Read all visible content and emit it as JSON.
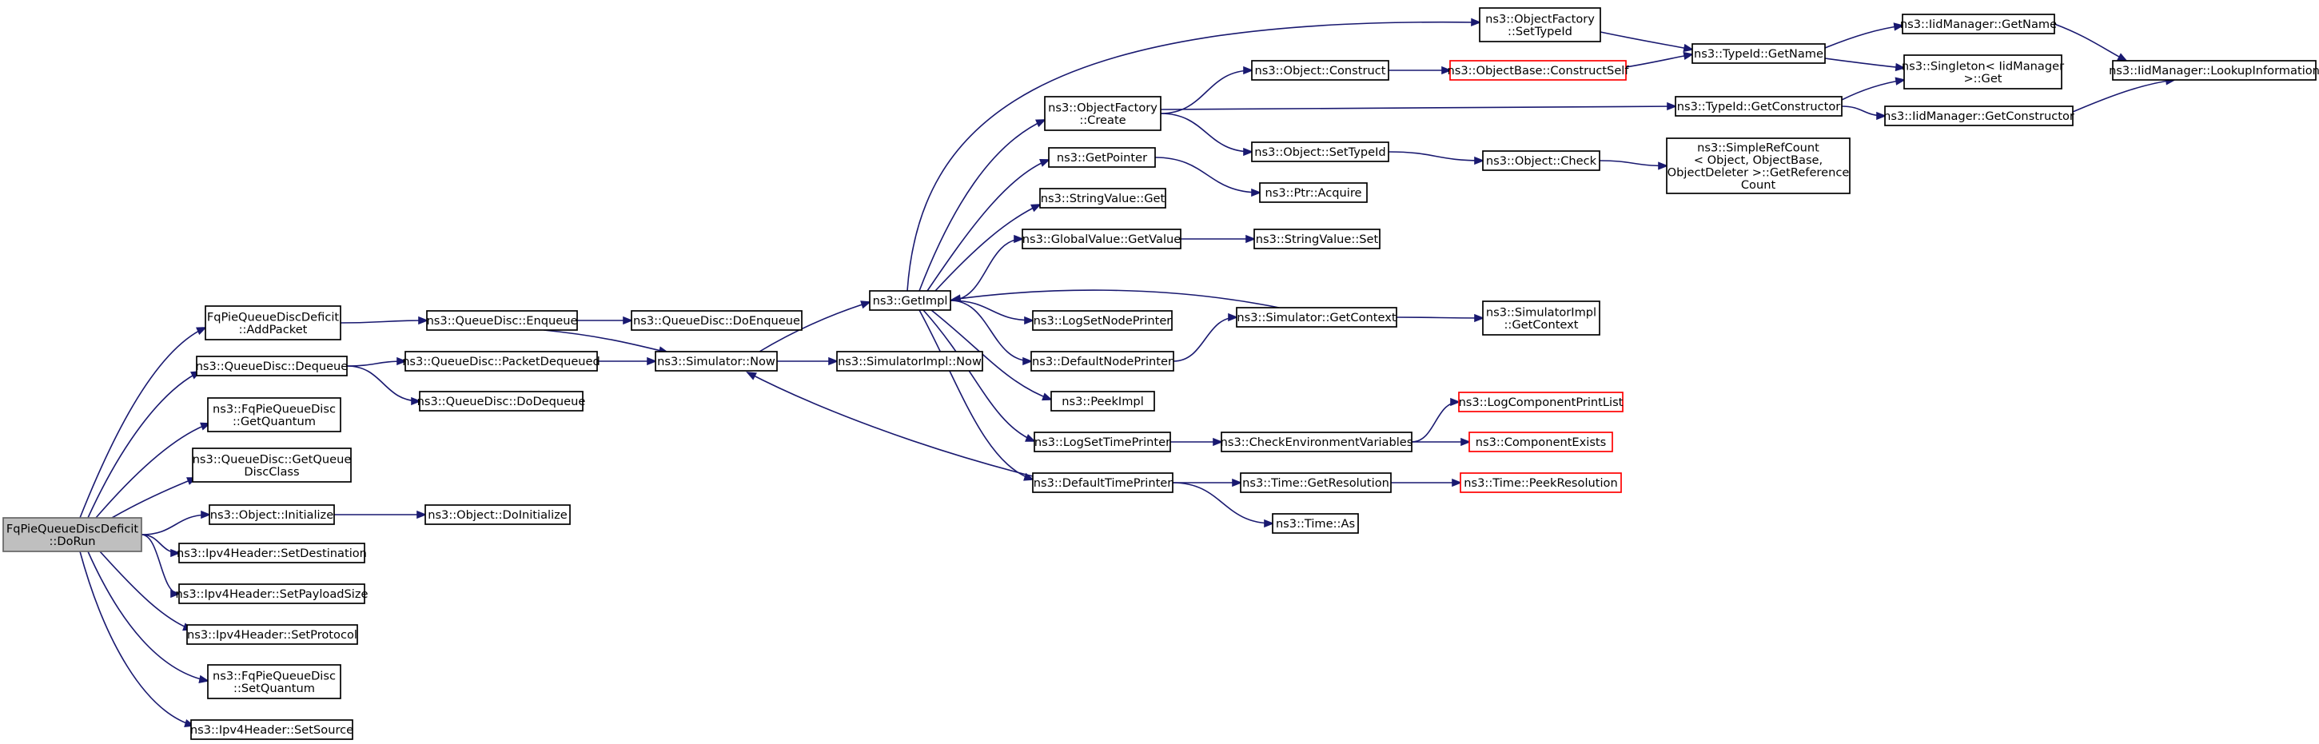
{
  "graph": {
    "colors": {
      "edge": "#191970",
      "node_border": "#000000",
      "node_fill": "#ffffff",
      "root_fill": "#bfbfbf",
      "root_border": "#666666",
      "truncated_border": "#ff0000"
    },
    "nodes": [
      {
        "id": "root",
        "lines": [
          "FqPieQueueDiscDeficit",
          "::DoRun"
        ],
        "style": "root"
      },
      {
        "id": "addpacket",
        "lines": [
          "FqPieQueueDiscDeficit",
          "::AddPacket"
        ],
        "style": "normal"
      },
      {
        "id": "qd_dequeue",
        "lines": [
          "ns3::QueueDisc::Dequeue"
        ],
        "style": "normal"
      },
      {
        "id": "fq_getquantum",
        "lines": [
          "ns3::FqPieQueueDisc",
          "::GetQuantum"
        ],
        "style": "normal"
      },
      {
        "id": "qd_getqueuedisc",
        "lines": [
          "ns3::QueueDisc::GetQueue",
          "DiscClass"
        ],
        "style": "normal"
      },
      {
        "id": "obj_initialize",
        "lines": [
          "ns3::Object::Initialize"
        ],
        "style": "normal"
      },
      {
        "id": "ipv4_setdest",
        "lines": [
          "ns3::Ipv4Header::SetDestination"
        ],
        "style": "normal"
      },
      {
        "id": "ipv4_setpayload",
        "lines": [
          "ns3::Ipv4Header::SetPayloadSize"
        ],
        "style": "normal"
      },
      {
        "id": "ipv4_setproto",
        "lines": [
          "ns3::Ipv4Header::SetProtocol"
        ],
        "style": "normal"
      },
      {
        "id": "fq_setquantum",
        "lines": [
          "ns3::FqPieQueueDisc",
          "::SetQuantum"
        ],
        "style": "normal"
      },
      {
        "id": "ipv4_setsource",
        "lines": [
          "ns3::Ipv4Header::SetSource"
        ],
        "style": "normal"
      },
      {
        "id": "qd_enqueue",
        "lines": [
          "ns3::QueueDisc::Enqueue"
        ],
        "style": "normal"
      },
      {
        "id": "qd_packetdequeued",
        "lines": [
          "ns3::QueueDisc::PacketDequeued"
        ],
        "style": "normal"
      },
      {
        "id": "qd_dodequeue",
        "lines": [
          "ns3::QueueDisc::DoDequeue"
        ],
        "style": "normal"
      },
      {
        "id": "obj_doinitialize",
        "lines": [
          "ns3::Object::DoInitialize"
        ],
        "style": "normal"
      },
      {
        "id": "qd_doenqueue",
        "lines": [
          "ns3::QueueDisc::DoEnqueue"
        ],
        "style": "normal"
      },
      {
        "id": "sim_now",
        "lines": [
          "ns3::Simulator::Now"
        ],
        "style": "normal"
      },
      {
        "id": "simimpl_now",
        "lines": [
          "ns3::SimulatorImpl::Now"
        ],
        "style": "normal"
      },
      {
        "id": "getimpl",
        "lines": [
          "ns3::GetImpl"
        ],
        "style": "normal"
      },
      {
        "id": "of_settypeid",
        "lines": [
          "ns3::ObjectFactory",
          "::SetTypeId"
        ],
        "style": "normal"
      },
      {
        "id": "of_create",
        "lines": [
          "ns3::ObjectFactory",
          "::Create"
        ],
        "style": "normal"
      },
      {
        "id": "getpointer",
        "lines": [
          "ns3::GetPointer"
        ],
        "style": "normal"
      },
      {
        "id": "stringvalue_get",
        "lines": [
          "ns3::StringValue::Get"
        ],
        "style": "normal"
      },
      {
        "id": "globalvalue_getvalue",
        "lines": [
          "ns3::GlobalValue::GetValue"
        ],
        "style": "normal"
      },
      {
        "id": "logsetnodeprinter",
        "lines": [
          "ns3::LogSetNodePrinter"
        ],
        "style": "normal"
      },
      {
        "id": "defaultnodeprinter",
        "lines": [
          "ns3::DefaultNodePrinter"
        ],
        "style": "normal"
      },
      {
        "id": "peekimpl",
        "lines": [
          "ns3::PeekImpl"
        ],
        "style": "normal"
      },
      {
        "id": "logsettimeprinter",
        "lines": [
          "ns3::LogSetTimePrinter"
        ],
        "style": "normal"
      },
      {
        "id": "defaulttimeprinter",
        "lines": [
          "ns3::DefaultTimePrinter"
        ],
        "style": "normal"
      },
      {
        "id": "obj_construct",
        "lines": [
          "ns3::Object::Construct"
        ],
        "style": "normal"
      },
      {
        "id": "obj_settypeid",
        "lines": [
          "ns3::Object::SetTypeId"
        ],
        "style": "normal"
      },
      {
        "id": "ptr_acquire",
        "lines": [
          "ns3::Ptr::Acquire"
        ],
        "style": "normal"
      },
      {
        "id": "stringvalue_set",
        "lines": [
          "ns3::StringValue::Set"
        ],
        "style": "normal"
      },
      {
        "id": "sim_getcontext",
        "lines": [
          "ns3::Simulator::GetContext"
        ],
        "style": "normal"
      },
      {
        "id": "checkenv",
        "lines": [
          "ns3::CheckEnvironmentVariables"
        ],
        "style": "normal"
      },
      {
        "id": "time_getresolution",
        "lines": [
          "ns3::Time::GetResolution"
        ],
        "style": "normal"
      },
      {
        "id": "time_as",
        "lines": [
          "ns3::Time::As"
        ],
        "style": "normal"
      },
      {
        "id": "objbase_constructself",
        "lines": [
          "ns3::ObjectBase::ConstructSelf"
        ],
        "style": "truncated"
      },
      {
        "id": "obj_check",
        "lines": [
          "ns3::Object::Check"
        ],
        "style": "normal"
      },
      {
        "id": "simimpl_getcontext",
        "lines": [
          "ns3::SimulatorImpl",
          "::GetContext"
        ],
        "style": "normal"
      },
      {
        "id": "logcomponentprintlist",
        "lines": [
          "ns3::LogComponentPrintList"
        ],
        "style": "truncated"
      },
      {
        "id": "componentexists",
        "lines": [
          "ns3::ComponentExists"
        ],
        "style": "truncated"
      },
      {
        "id": "time_peekresolution",
        "lines": [
          "ns3::Time::PeekResolution"
        ],
        "style": "truncated"
      },
      {
        "id": "typeid_getname",
        "lines": [
          "ns3::TypeId::GetName"
        ],
        "style": "normal"
      },
      {
        "id": "typeid_getconstructor",
        "lines": [
          "ns3::TypeId::GetConstructor"
        ],
        "style": "normal"
      },
      {
        "id": "simplerefcount",
        "lines": [
          "ns3::SimpleRefCount",
          "< Object, ObjectBase,",
          "ObjectDeleter >::GetReference",
          "Count"
        ],
        "style": "normal"
      },
      {
        "id": "iidmgr_getname",
        "lines": [
          "ns3::IidManager::GetName"
        ],
        "style": "normal"
      },
      {
        "id": "singleton_get",
        "lines": [
          "ns3::Singleton< IidManager",
          " >::Get"
        ],
        "style": "normal"
      },
      {
        "id": "iidmgr_getconstructor",
        "lines": [
          "ns3::IidManager::GetConstructor"
        ],
        "style": "normal"
      },
      {
        "id": "iidmgr_lookupinfo",
        "lines": [
          "ns3::IidManager::LookupInformation"
        ],
        "style": "normal"
      }
    ],
    "edges": [
      [
        "root",
        "addpacket"
      ],
      [
        "root",
        "qd_dequeue"
      ],
      [
        "root",
        "fq_getquantum"
      ],
      [
        "root",
        "qd_getqueuedisc"
      ],
      [
        "root",
        "obj_initialize"
      ],
      [
        "root",
        "ipv4_setdest"
      ],
      [
        "root",
        "ipv4_setpayload"
      ],
      [
        "root",
        "ipv4_setproto"
      ],
      [
        "root",
        "fq_setquantum"
      ],
      [
        "root",
        "ipv4_setsource"
      ],
      [
        "addpacket",
        "qd_enqueue"
      ],
      [
        "qd_enqueue",
        "qd_doenqueue"
      ],
      [
        "qd_enqueue",
        "sim_now"
      ],
      [
        "qd_dequeue",
        "qd_packetdequeued"
      ],
      [
        "qd_dequeue",
        "qd_dodequeue"
      ],
      [
        "qd_packetdequeued",
        "sim_now"
      ],
      [
        "obj_initialize",
        "obj_doinitialize"
      ],
      [
        "sim_now",
        "getimpl"
      ],
      [
        "sim_now",
        "simimpl_now"
      ],
      [
        "getimpl",
        "of_settypeid"
      ],
      [
        "getimpl",
        "of_create"
      ],
      [
        "getimpl",
        "getpointer"
      ],
      [
        "getimpl",
        "stringvalue_get"
      ],
      [
        "getimpl",
        "globalvalue_getvalue"
      ],
      [
        "getimpl",
        "logsetnodeprinter"
      ],
      [
        "getimpl",
        "defaultnodeprinter"
      ],
      [
        "getimpl",
        "peekimpl"
      ],
      [
        "getimpl",
        "logsettimeprinter"
      ],
      [
        "getimpl",
        "defaulttimeprinter"
      ],
      [
        "of_settypeid",
        "typeid_getname"
      ],
      [
        "of_create",
        "obj_construct"
      ],
      [
        "of_create",
        "obj_settypeid"
      ],
      [
        "of_create",
        "typeid_getconstructor"
      ],
      [
        "obj_construct",
        "objbase_constructself"
      ],
      [
        "objbase_constructself",
        "typeid_getname"
      ],
      [
        "obj_settypeid",
        "obj_check"
      ],
      [
        "obj_check",
        "simplerefcount"
      ],
      [
        "getpointer",
        "ptr_acquire"
      ],
      [
        "globalvalue_getvalue",
        "stringvalue_set"
      ],
      [
        "defaultnodeprinter",
        "sim_getcontext"
      ],
      [
        "sim_getcontext",
        "getimpl"
      ],
      [
        "sim_getcontext",
        "simimpl_getcontext"
      ],
      [
        "logsettimeprinter",
        "checkenv"
      ],
      [
        "checkenv",
        "logcomponentprintlist"
      ],
      [
        "checkenv",
        "componentexists"
      ],
      [
        "defaulttimeprinter",
        "sim_now"
      ],
      [
        "defaulttimeprinter",
        "time_getresolution"
      ],
      [
        "defaulttimeprinter",
        "time_as"
      ],
      [
        "time_getresolution",
        "time_peekresolution"
      ],
      [
        "typeid_getname",
        "iidmgr_getname"
      ],
      [
        "typeid_getname",
        "singleton_get"
      ],
      [
        "typeid_getconstructor",
        "singleton_get"
      ],
      [
        "typeid_getconstructor",
        "iidmgr_getconstructor"
      ],
      [
        "iidmgr_getname",
        "iidmgr_lookupinfo"
      ],
      [
        "iidmgr_getconstructor",
        "iidmgr_lookupinfo"
      ]
    ]
  }
}
